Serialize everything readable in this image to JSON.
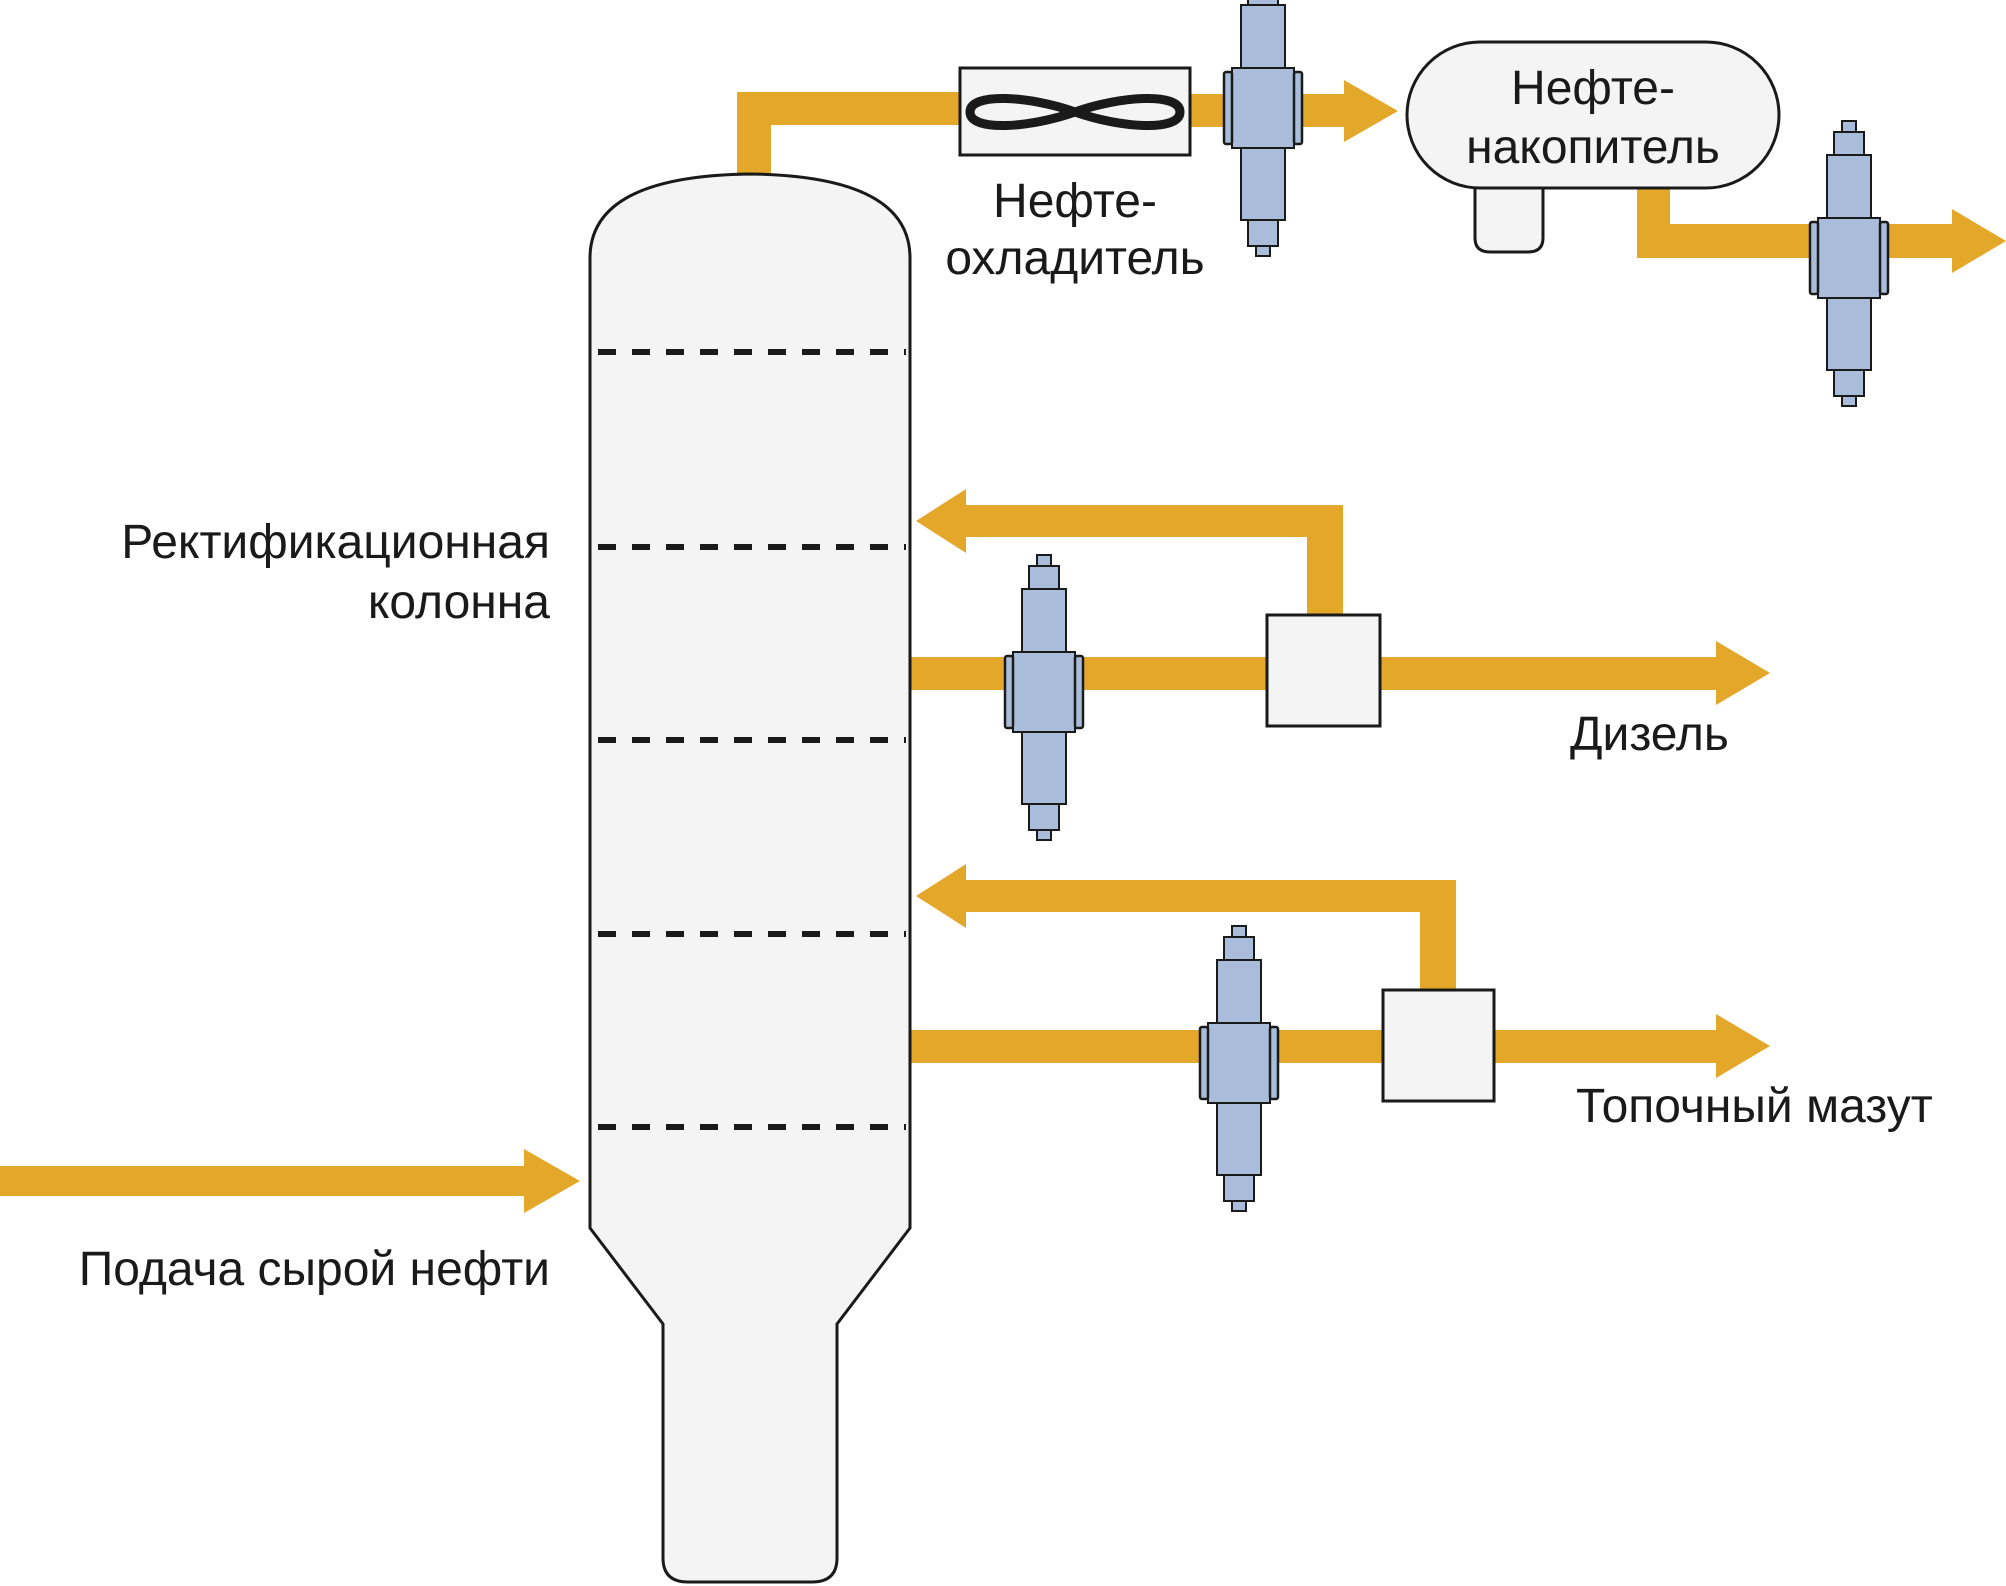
{
  "labels": {
    "column": [
      "Ректификационная",
      "колонна"
    ],
    "feed": "Подача сырой нефти",
    "cooler": [
      "Нефте-",
      "охладитель"
    ],
    "accumulator": [
      "Нефте-",
      "накопитель"
    ],
    "diesel": "Дизель",
    "fuel_oil": "Топочный мазут"
  },
  "colors": {
    "pipe": "#e3a72a",
    "equipment_fill": "#f3f4f3",
    "valve": "#a9bcd9",
    "outline": "#1a1a1a"
  },
  "icons": {
    "valve": "valve-icon",
    "cooler_coil": "coil-icon"
  }
}
